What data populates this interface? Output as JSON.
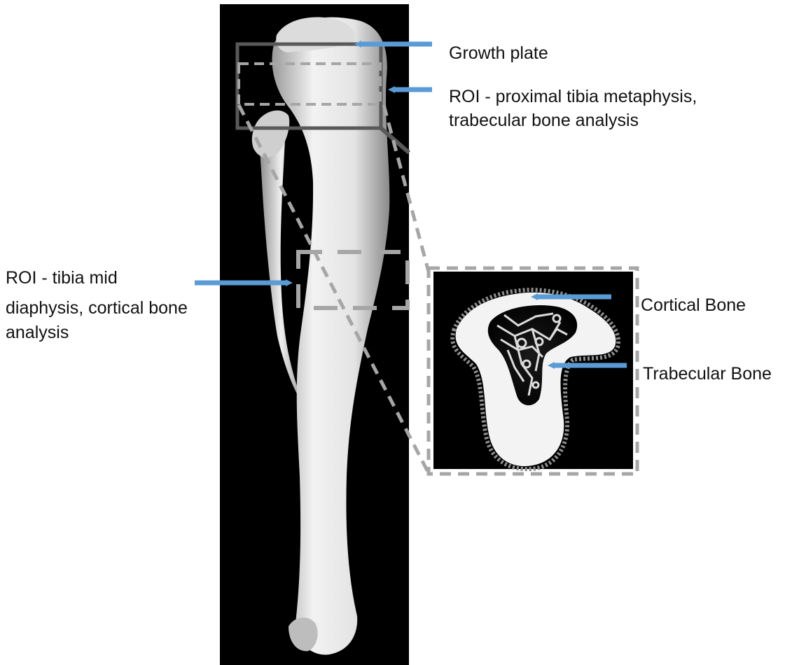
{
  "labels": {
    "growth_plate": "Growth plate",
    "roi_proximal_line1": "ROI -  proximal tibia metaphysis,",
    "roi_proximal_line2": "trabecular bone analysis",
    "roi_mid_line1": "ROI -  tibia mid",
    "roi_mid_line2": "diaphysis, cortical bone",
    "roi_mid_line3": "analysis",
    "cortical": "Cortical Bone",
    "trabecular": "Trabecular Bone"
  },
  "colors": {
    "arrow": "#5b9bd5",
    "panel_background": "#000000",
    "bone": "#e9e9e9",
    "roi_dark_box": "#595959",
    "roi_light_box": "#a6a6a6"
  },
  "icons": {
    "arrow": "arrow-left-blue",
    "arrow_right": "arrow-right-blue"
  }
}
